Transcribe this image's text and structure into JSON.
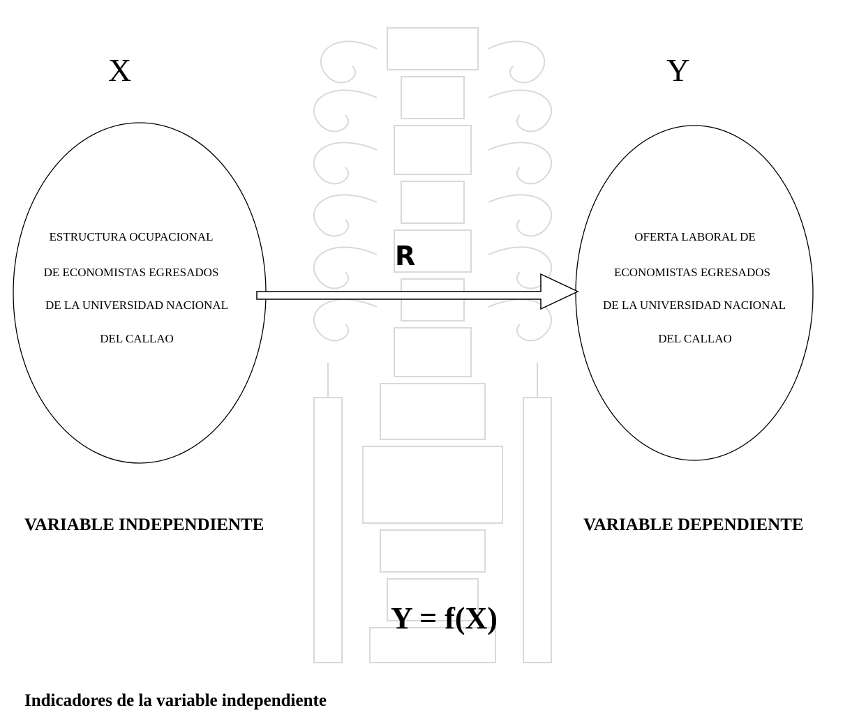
{
  "variables": {
    "independent": {
      "letter": "X",
      "lines": [
        "ESTRUCTURA OCUPACIONAL",
        "DE ECONOMISTAS EGRESADOS",
        "DE LA UNIVERSIDAD NACIONAL",
        "DEL CALLAO"
      ],
      "type_label": "VARIABLE INDEPENDIENTE"
    },
    "dependent": {
      "letter": "Y",
      "lines": [
        "OFERTA LABORAL DE",
        "ECONOMISTAS  EGRESADOS",
        "DE LA UNIVERSIDAD NACIONAL",
        "DEL CALLAO"
      ],
      "type_label": "VARIABLE DEPENDIENTE"
    }
  },
  "relation": {
    "label": "R",
    "formula": "Y = f(X)"
  },
  "section_heading": "Indicadores de la variable independiente",
  "colors": {
    "ink": "#000000",
    "watermark": "#d9d9d9",
    "background": "#ffffff"
  }
}
